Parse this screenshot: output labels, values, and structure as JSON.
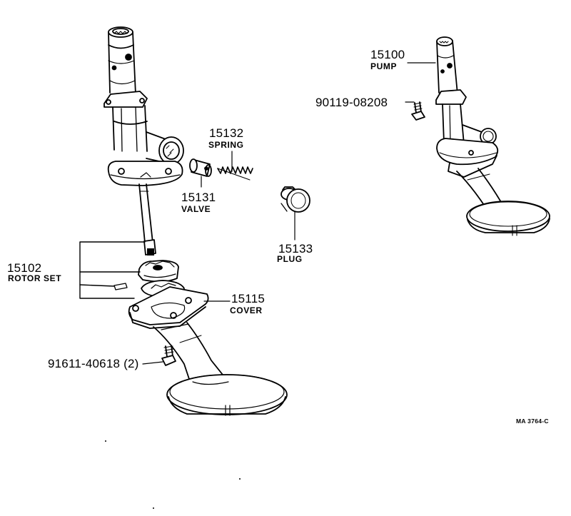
{
  "callouts": {
    "pump_assembly": {
      "number": "15100",
      "name": "PUMP"
    },
    "spring": {
      "number": "15132",
      "name": "SPRING"
    },
    "valve": {
      "number": "15131",
      "name": "VALVE"
    },
    "plug": {
      "number": "15133",
      "name": "PLUG"
    },
    "rotor_set": {
      "number": "15102",
      "name": "ROTOR SET"
    },
    "cover": {
      "number": "15115",
      "name": "COVER"
    },
    "pump_bolt": {
      "number": "90119-08208"
    },
    "cover_bolt": {
      "number": "91611-40618",
      "quantity": "(2)"
    }
  },
  "drawing_code": "MA  3764-C",
  "colors": {
    "ink": "#000000",
    "paper": "#ffffff"
  }
}
